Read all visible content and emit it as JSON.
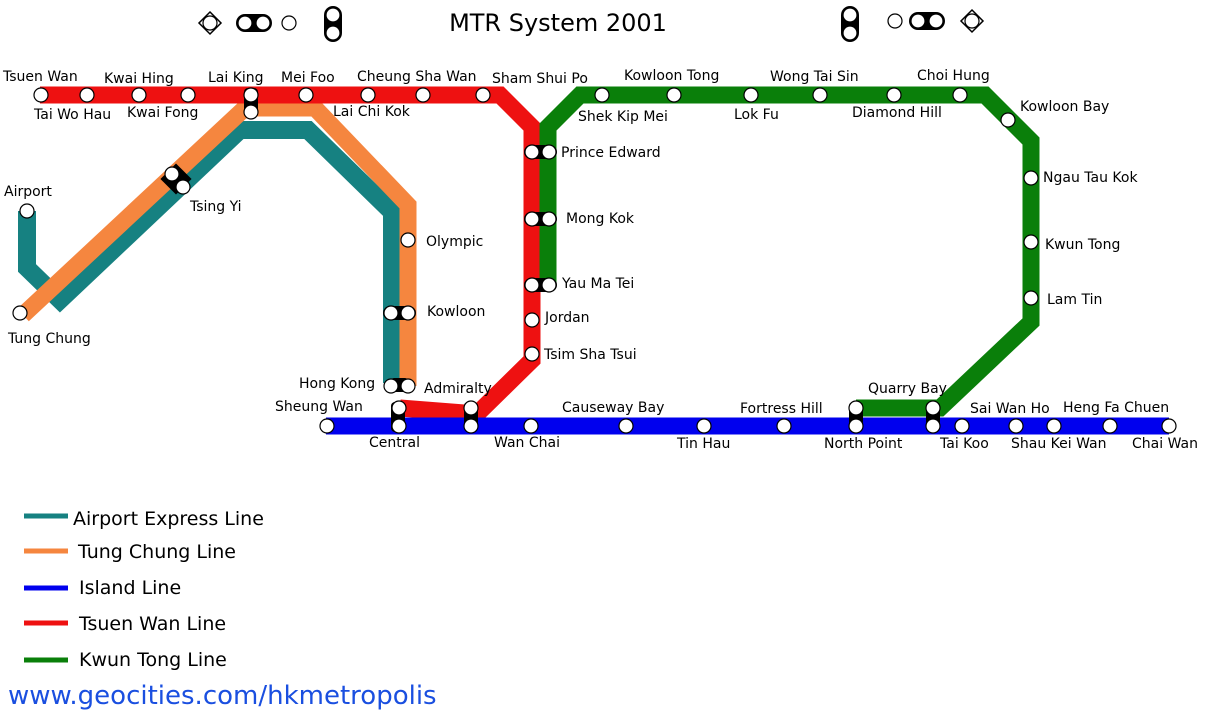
{
  "title": "MTR System 2001",
  "website": "www.geocities.com/hkmetropolis",
  "colors": {
    "airport": "#168181",
    "tung_chung": "#f5863f",
    "island": "#0000ee",
    "tsuen_wan": "#ee1111",
    "kwun_tong": "#0a7f0a",
    "url": "#1a4fe0"
  },
  "header_icons": [
    "interchange-diamond-icon",
    "cross-platform-icon",
    "single-station-icon",
    "vertical-interchange-icon"
  ],
  "legend": [
    {
      "label": "Airport Express Line",
      "color": "#168181"
    },
    {
      "label": "Tung Chung Line",
      "color": "#f5863f"
    },
    {
      "label": "Island Line",
      "color": "#0000ee"
    },
    {
      "label": "Tsuen Wan Line",
      "color": "#ee1111"
    },
    {
      "label": "Kwun Tong Line",
      "color": "#0a7f0a"
    }
  ],
  "stations": [
    "Tsuen Wan",
    "Tai Wo Hau",
    "Kwai Hing",
    "Kwai Fong",
    "Lai King",
    "Mei Foo",
    "Lai Chi Kok",
    "Cheung Sha Wan",
    "Sham Shui Po",
    "Shek Kip Mei",
    "Kowloon Tong",
    "Lok Fu",
    "Wong Tai Sin",
    "Diamond Hill",
    "Choi Hung",
    "Kowloon Bay",
    "Ngau Tau Kok",
    "Kwun Tong",
    "Lam Tin",
    "Prince Edward",
    "Mong Kok",
    "Yau Ma Tei",
    "Jordan",
    "Tsim Sha Tsui",
    "Airport",
    "Tsing Yi",
    "Tung Chung",
    "Olympic",
    "Kowloon",
    "Hong Kong",
    "Admiralty",
    "Sheung Wan",
    "Central",
    "Wan Chai",
    "Causeway Bay",
    "Tin Hau",
    "Fortress Hill",
    "North Point",
    "Quarry Bay",
    "Tai Koo",
    "Sai Wan Ho",
    "Shau Kei Wan",
    "Heng Fa Chuen",
    "Chai Wan"
  ]
}
